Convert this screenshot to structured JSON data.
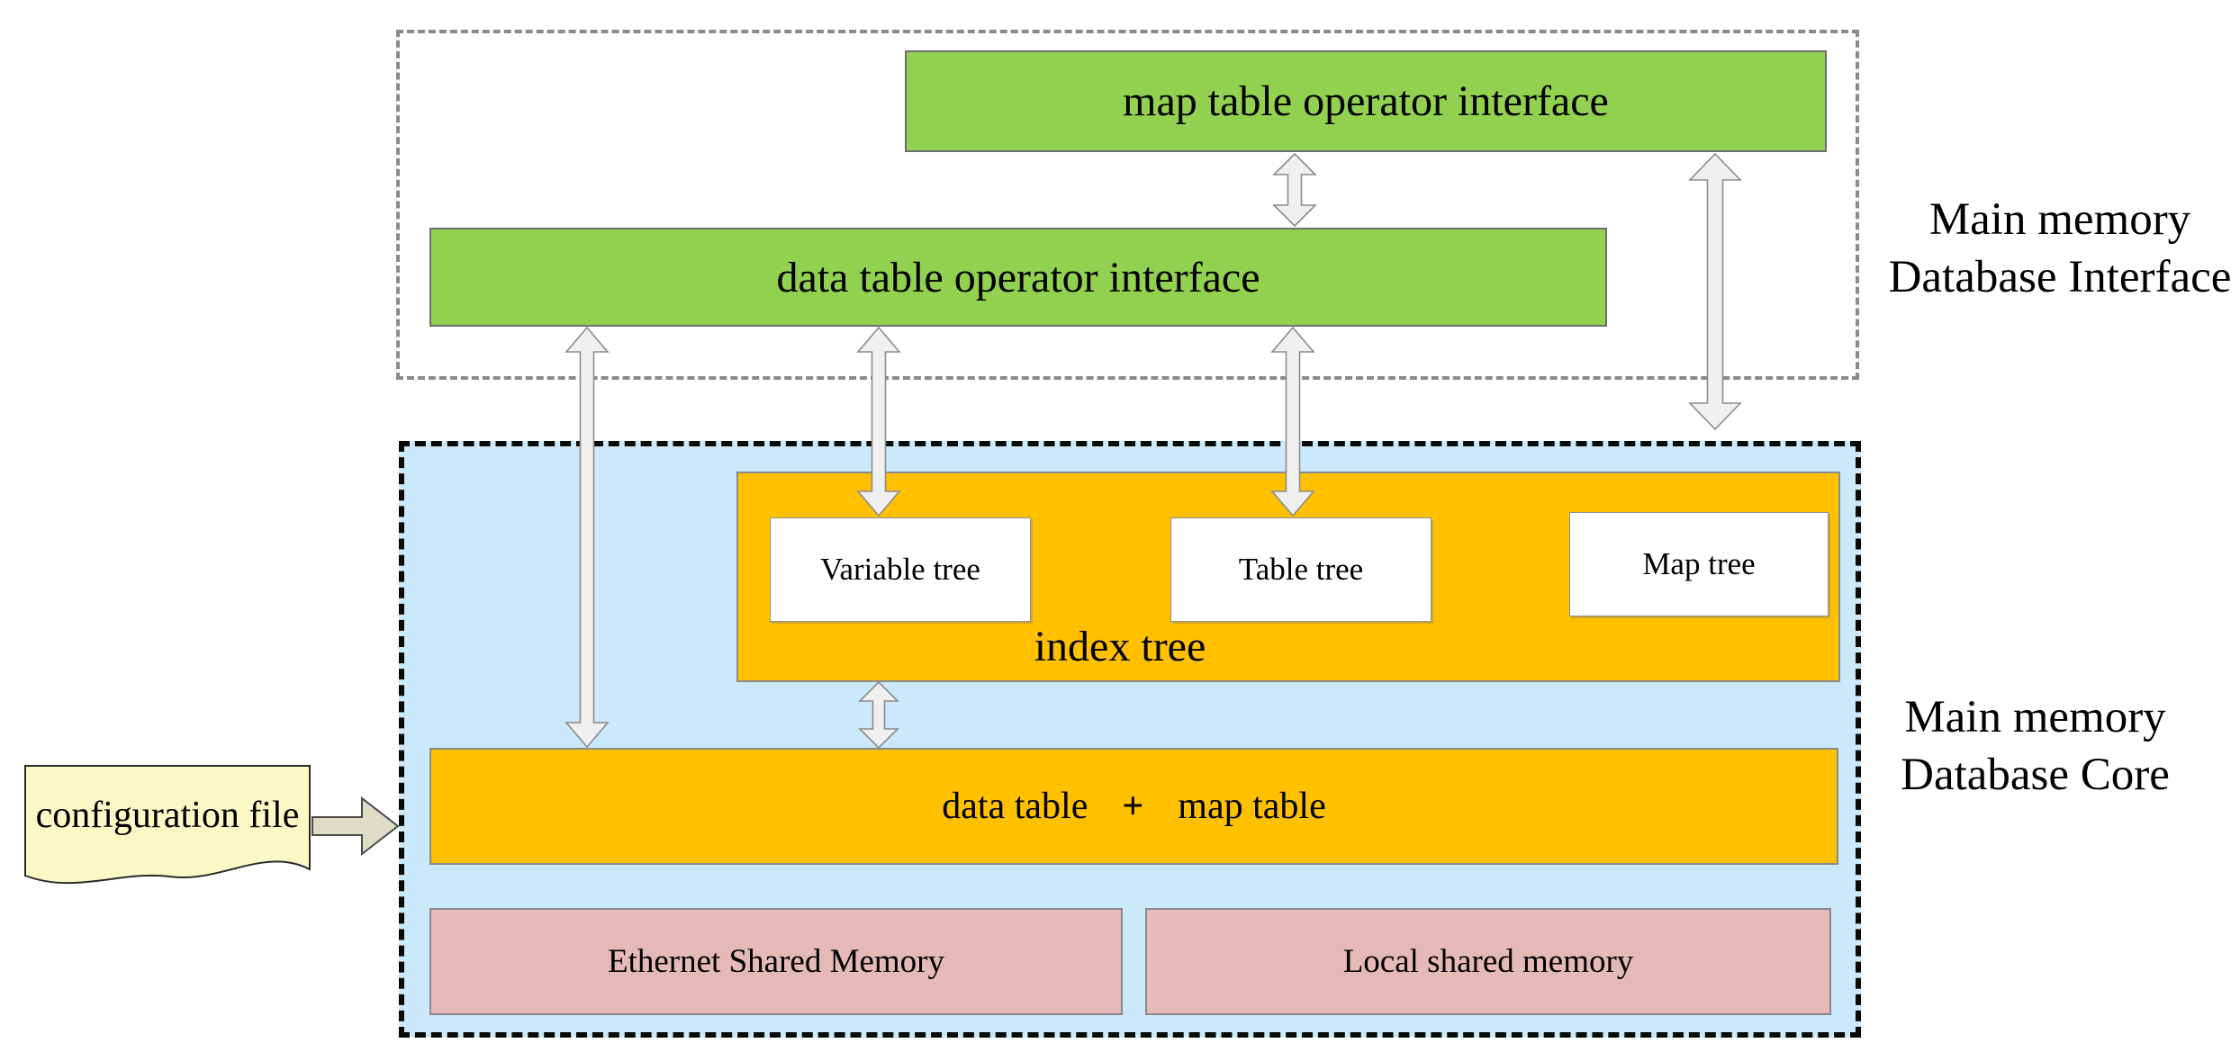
{
  "colors": {
    "green": "#92D050",
    "orange": "#FFC000",
    "core-blue": "#CBE9FB",
    "pink": "#E5B9B7",
    "note-yellow": "#FAF9C6",
    "arrow-fill": "#F0F0F0",
    "arrow-stroke": "#8C8C8C",
    "config-arrow-fill": "#DDDDC6"
  },
  "interface_group": {
    "map_table_operator": "map table operator interface",
    "data_table_operator": "data table operator interface",
    "label_line1": "Main memory",
    "label_line2": "Database Interface"
  },
  "core_group": {
    "label_line1": "Main memory",
    "label_line2": "Database Core",
    "index_tree": {
      "title": "index tree",
      "variable_tree": "Variable tree",
      "table_tree": "Table tree",
      "map_tree": "Map tree"
    },
    "table_row": {
      "data_table": "data table",
      "plus": "+",
      "map_table": "map table"
    },
    "ethernet_memory": "Ethernet Shared Memory",
    "local_memory": "Local shared memory"
  },
  "config_file": {
    "label": "configuration file"
  }
}
